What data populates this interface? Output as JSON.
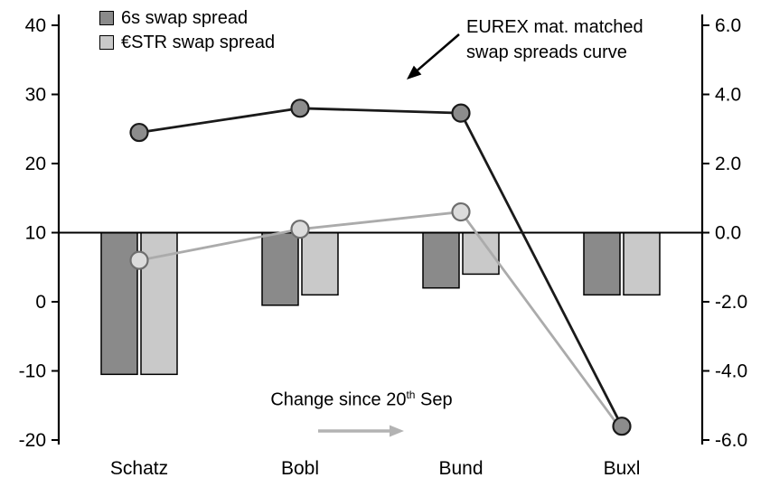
{
  "chart_data": {
    "type": "combo-bar-line",
    "categories": [
      "Schatz",
      "Bobl",
      "Bund",
      "Buxl"
    ],
    "left_axis": {
      "min": -20,
      "max": 40,
      "ticks": [
        40,
        30,
        20,
        10,
        0,
        -10,
        -20
      ]
    },
    "right_axis": {
      "min": -6.0,
      "max": 6.0,
      "ticks": [
        "6.0",
        "4.0",
        "2.0",
        "0.0",
        "-2.0",
        "-4.0",
        "-6.0"
      ]
    },
    "bar_baseline_right": 0.0,
    "grid": "off",
    "series": {
      "bars": [
        {
          "name": "6s swap spread change since 20th Sep",
          "axis": "right",
          "fill": "#8a8a8a",
          "stroke": "#000000",
          "values": [
            -4.1,
            -2.1,
            -1.6,
            -1.8
          ]
        },
        {
          "name": "ESTR swap spread change since 20th Sep",
          "axis": "right",
          "fill": "#c9c9c9",
          "stroke": "#000000",
          "values": [
            -4.1,
            -1.8,
            -1.2,
            -1.8
          ]
        }
      ],
      "lines": [
        {
          "name": "6s swap spread",
          "axis": "left",
          "stroke": "#1a1a1a",
          "marker_fill": "#8c8c8c",
          "marker_stroke": "#1a1a1a",
          "values": [
            24.5,
            28.0,
            27.3,
            -18.0
          ]
        },
        {
          "name": "ESTR swap spread",
          "axis": "left",
          "stroke": "#ababab",
          "marker_fill": "#dcdcdc",
          "marker_stroke": "#6e6e6e",
          "values": [
            6.0,
            10.5,
            13.0,
            -18.6
          ],
          "marker_skip": [
            3
          ]
        }
      ]
    },
    "legend": [
      {
        "label": "6s swap spread",
        "swatch_fill": "#8a8a8a",
        "swatch_stroke": "#000000"
      },
      {
        "label": "€STR swap spread",
        "swatch_fill": "#c9c9c9",
        "swatch_stroke": "#000000"
      }
    ],
    "annotations": {
      "curve_label_line1": "EUREX mat. matched",
      "curve_label_line2": "swap spreads curve",
      "change_label_prefix": "Change since 20",
      "change_label_sup": "th",
      "change_label_suffix": " Sep"
    },
    "colors": {
      "axis": "#000000",
      "curve_arrow": "#000000",
      "change_arrow": "#b3b3b3"
    }
  }
}
